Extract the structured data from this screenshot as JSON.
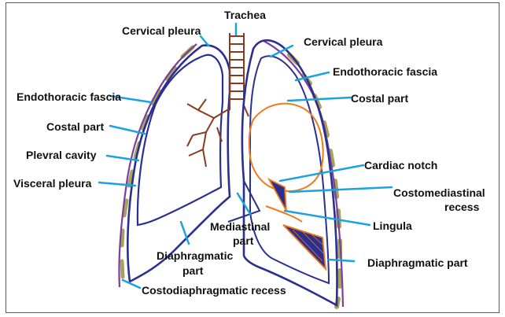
{
  "labels": {
    "trachea": "Trachea",
    "cervical_pleura_left": "Cervical pleura",
    "cervical_pleura_right": "Cervical pleura",
    "endothoracic_fascia_left": "Endothoracic fascia",
    "endothoracic_fascia_right": "Endothoracic fascia",
    "costal_part_left": "Costal part",
    "costal_part_right": "Costal part",
    "plevral_cavity": "Plevral cavity",
    "visceral_pleura": "Visceral pleura",
    "cardiac_notch": "Cardiac notch",
    "costomediastinal_recess_line1": "Costomediastinal",
    "costomediastinal_recess_line2": "recess",
    "lingula": "Lingula",
    "mediastinal_part_line1": "Mediastinal",
    "mediastinal_part_line2": "part",
    "diaphragmatic_part_left_line1": "Diaphragmatic",
    "diaphragmatic_part_left_line2": "part",
    "diaphragmatic_part_right": "Diaphragmatic part",
    "costodiaphragmatic_recess": "Costodiaphragmatic recess"
  },
  "colors": {
    "pleura": "#2b2f8f",
    "fascia": "#7a3f9a",
    "rib": "#a8a35a",
    "trachea": "#8b3a1e",
    "leader": "#1aa3e0",
    "orange": "#f07a1a"
  }
}
